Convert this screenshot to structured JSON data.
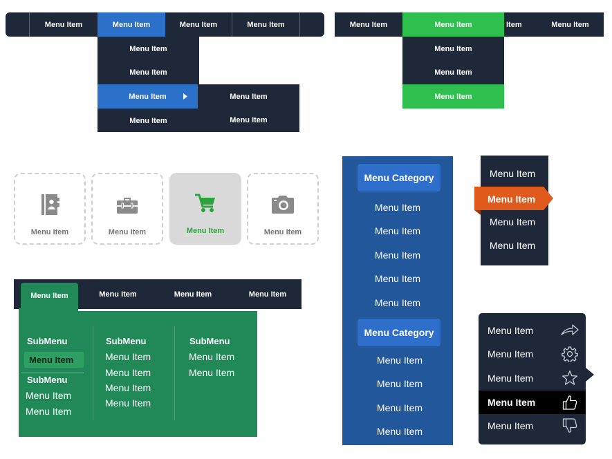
{
  "colors": {
    "dark": "#1e2838",
    "blue_active": "#2b70c9",
    "green_active": "#2fbf4f",
    "mega_green": "#218857",
    "panel_blue": "#22579b",
    "orange_active": "#e05a1c",
    "icon_gray": "#8a8a8a",
    "icon_green": "#2aa43b"
  },
  "navA": {
    "items": [
      "Menu Item",
      "Menu Item",
      "Menu Item",
      "Menu Item"
    ],
    "dropdown": [
      "Menu Item",
      "Menu Item",
      "Menu Item",
      "Menu Item"
    ],
    "submenu": [
      "Menu Item",
      "Menu Item"
    ]
  },
  "navB": {
    "items": [
      "Menu Item",
      "Menu Item",
      "Item",
      "Menu Item"
    ],
    "dropdown": [
      "Menu Item",
      "Menu Item",
      "Menu Item"
    ]
  },
  "icon_tiles": [
    {
      "icon": "contacts-book-icon",
      "label": "Menu Item"
    },
    {
      "icon": "briefcase-icon",
      "label": "Menu Item"
    },
    {
      "icon": "shopping-cart-icon",
      "label": "Menu Item"
    },
    {
      "icon": "camera-icon",
      "label": "Menu Item"
    }
  ],
  "navD": {
    "items": [
      "Menu Item",
      "Menu Item",
      "Menu Item",
      "Menu Item"
    ],
    "col1": {
      "heading1": "SubMenu",
      "active_item": "Menu Item",
      "heading2": "SubMenu",
      "items": [
        "Menu Item",
        "Menu Item"
      ]
    },
    "col2": {
      "heading": "SubMenu",
      "items": [
        "Menu Item",
        "Menu Item",
        "Menu Item",
        "Menu Item"
      ]
    },
    "col3": {
      "heading": "SubMenu",
      "items": [
        "Menu Item",
        "Menu Item"
      ]
    }
  },
  "panelE": {
    "category1": "Menu Category",
    "items1": [
      "Menu Item",
      "Menu Item",
      "Menu Item",
      "Menu Item",
      "Menu Item"
    ],
    "category2": "Menu Category",
    "items2": [
      "Menu Item",
      "Menu Item",
      "Menu Item",
      "Menu Item"
    ]
  },
  "panelF": {
    "items": [
      "Menu Item",
      "Menu Item",
      "Menu Item",
      "Menu Item"
    ]
  },
  "panelG": {
    "items": [
      {
        "label": "Menu Item",
        "icon": "share-arrow-icon"
      },
      {
        "label": "Menu Item",
        "icon": "gear-icon"
      },
      {
        "label": "Menu Item",
        "icon": "star-icon"
      },
      {
        "label": "Menu Item",
        "icon": "thumbs-up-icon"
      },
      {
        "label": "Menu Item",
        "icon": "thumbs-down-icon"
      }
    ]
  }
}
